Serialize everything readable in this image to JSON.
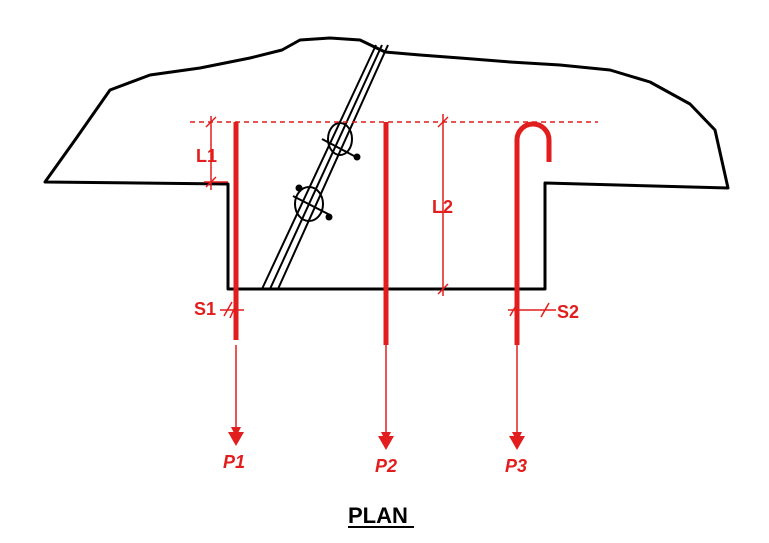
{
  "title": "PLAN",
  "labels": {
    "l1": "L1",
    "l2": "L2",
    "s1": "S1",
    "s2": "S2",
    "p1": "P1",
    "p2": "P2",
    "p3": "P3"
  },
  "colors": {
    "line": "#000000",
    "accent": "#e21d1d"
  }
}
